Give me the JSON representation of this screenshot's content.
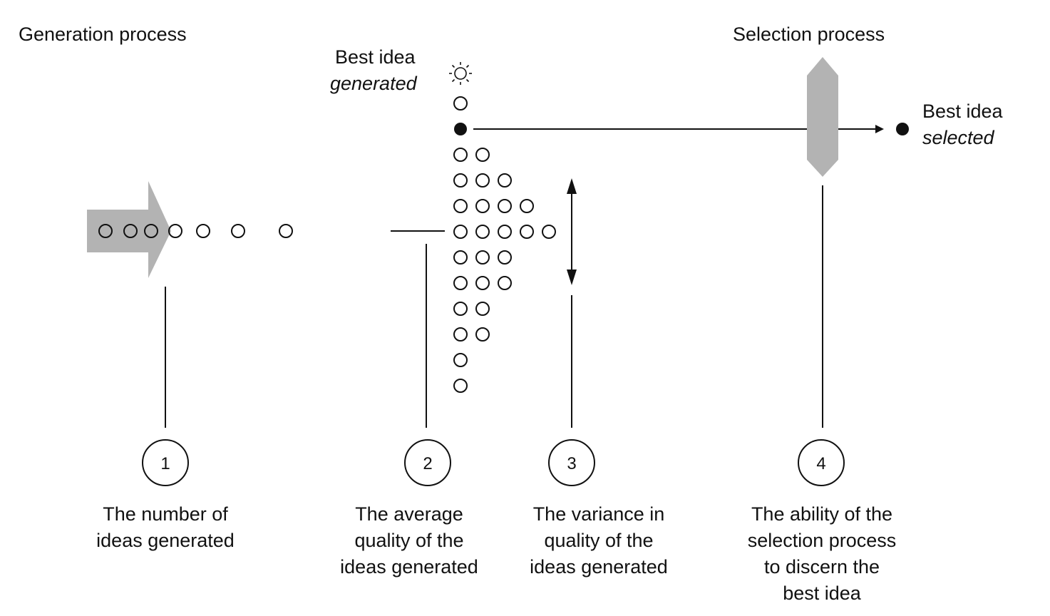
{
  "labels": {
    "generation_process": "Generation process",
    "selection_process": "Selection process",
    "best_idea_generated_line1": "Best idea",
    "best_idea_generated_line2": "generated",
    "best_idea_selected_line1": "Best idea",
    "best_idea_selected_line2": "selected"
  },
  "factors": [
    {
      "number": "1",
      "lines": [
        "The number of",
        "ideas generated"
      ]
    },
    {
      "number": "2",
      "lines": [
        "The average",
        "quality of the",
        "ideas generated"
      ]
    },
    {
      "number": "3",
      "lines": [
        "The variance in",
        "quality of the",
        "ideas generated"
      ]
    },
    {
      "number": "4",
      "lines": [
        "The ability of the",
        "selection process",
        "to discern the",
        "best idea"
      ]
    }
  ],
  "icons": {
    "best_idea_generated": "sun-icon",
    "best_idea": "filled-dot-icon",
    "idea": "hollow-circle-icon"
  },
  "colors": {
    "arrow_fill": "#b3b3b3",
    "filter_fill": "#b3b3b3",
    "stroke": "#111111"
  }
}
